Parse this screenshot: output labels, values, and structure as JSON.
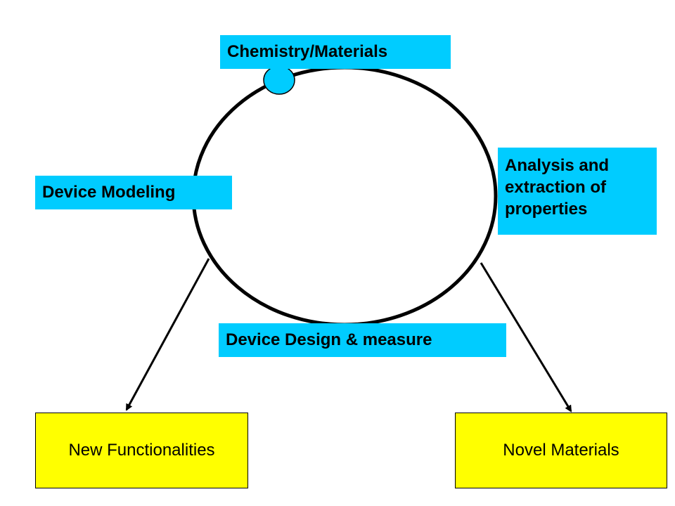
{
  "colors": {
    "label_background": "#00ccff",
    "outcome_background": "#ffff00",
    "stroke": "#000000",
    "marker": "#00ccff"
  },
  "cycle": {
    "labels": {
      "top": "Chemistry/Materials",
      "right": "Analysis and extraction of properties",
      "bottom": "Device Design & measure",
      "left": "Device Modeling"
    }
  },
  "outcomes": {
    "left": "New Functionalities",
    "right": "Novel Materials"
  }
}
